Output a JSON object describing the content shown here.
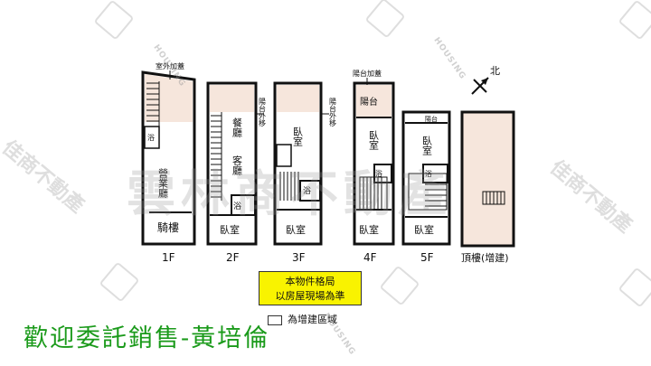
{
  "floors": [
    {
      "label": "1F",
      "rooms": [
        "營業廳",
        "騎樓",
        "浴"
      ],
      "annotation": "室外加蓋"
    },
    {
      "label": "2F",
      "rooms": [
        "餐廳",
        "客廳",
        "浴",
        "臥室"
      ],
      "annotation": "陽台外移"
    },
    {
      "label": "3F",
      "rooms": [
        "臥室",
        "浴",
        "臥室"
      ],
      "annotation": "陽台外移"
    },
    {
      "label": "4F",
      "rooms": [
        "陽台",
        "臥室",
        "浴",
        "臥室"
      ],
      "annotation": "陽台加蓋"
    },
    {
      "label": "5F",
      "rooms": [
        "陽台",
        "臥室",
        "浴",
        "臥室"
      ]
    },
    {
      "label": "頂樓(增建)",
      "rooms": []
    }
  ],
  "compass": {
    "label": "北"
  },
  "notice": {
    "line1": "本物件格局",
    "line2": "以房屋現場為準"
  },
  "legend": {
    "label": "為增建區域"
  },
  "agent_text": "歡迎委託銷售-黃培倫",
  "watermark": {
    "main": "雲林商不動產",
    "side": "佳商不動產",
    "latin": "HOUSING"
  },
  "colors": {
    "addition_fill": "#f6e6dc",
    "wall": "#111111",
    "agent_text": "#1a9a1a",
    "notice_bg": "#f9f300"
  }
}
